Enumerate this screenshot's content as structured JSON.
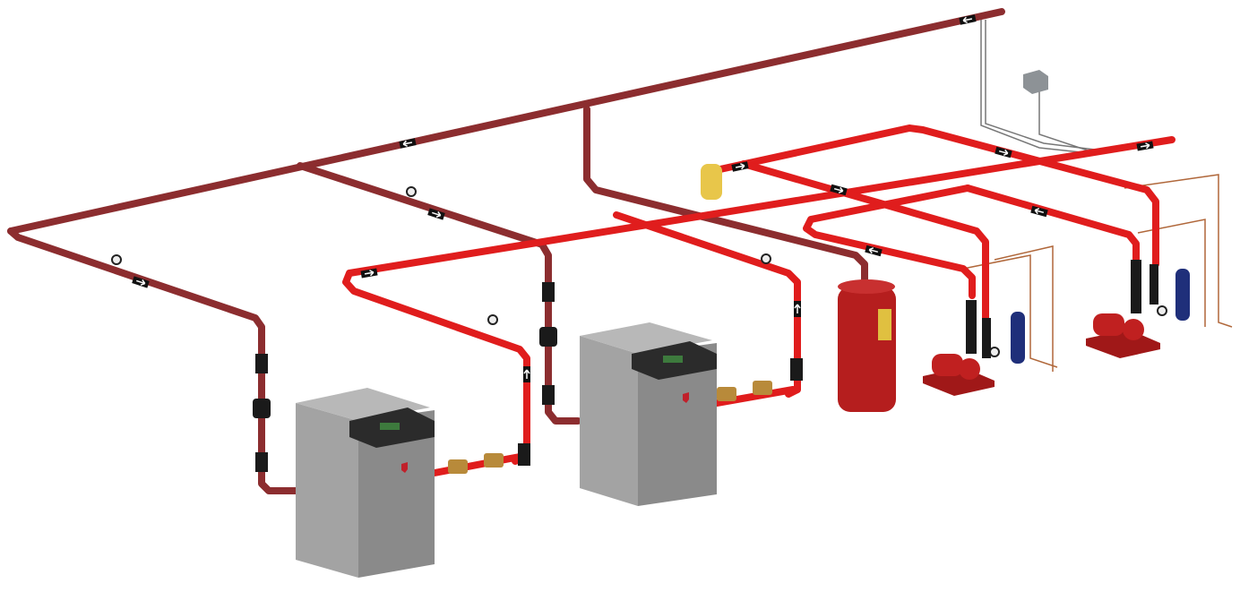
{
  "colors": {
    "return_pipe": "#8c2d2f",
    "supply_pipe": "#e01d1d",
    "boiler_body": "#9a9a9a",
    "boiler_top": "#2b2b2b",
    "expansion_tank": "#b51e1e",
    "air_separator": "#e8c64a",
    "bladder_tank": "#1f2f7a",
    "valve_brass": "#b88a3a"
  },
  "components": {
    "boilers": 2,
    "pumps": 2,
    "expansion_tanks": 1,
    "air_separators": 1
  }
}
